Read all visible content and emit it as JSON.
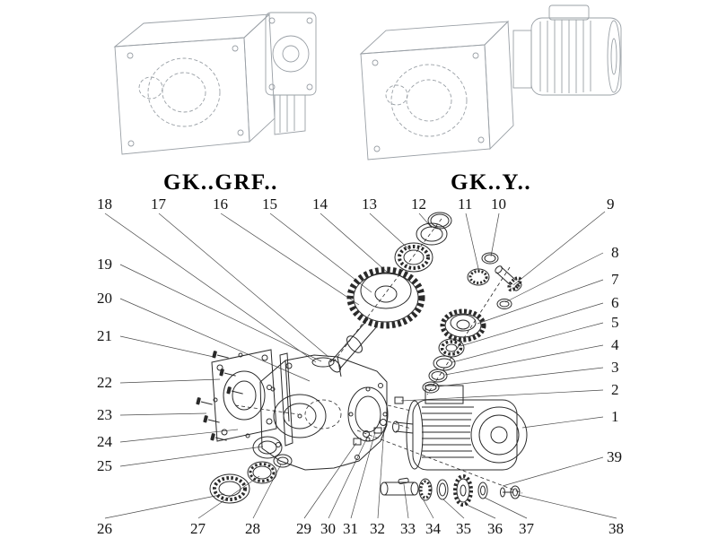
{
  "titles": {
    "left": "GK..GRF..",
    "right": "GK..Y.."
  },
  "callouts": {
    "top": [
      "18",
      "17",
      "16",
      "15",
      "14",
      "13",
      "12",
      "11",
      "10",
      "9"
    ],
    "right": [
      "8",
      "7",
      "6",
      "5",
      "4",
      "3",
      "2",
      "1",
      "39"
    ],
    "left": [
      "19",
      "20",
      "21",
      "22",
      "23",
      "24",
      "25"
    ],
    "bottom": [
      "26",
      "27",
      "28",
      "29",
      "30",
      "31",
      "32",
      "33",
      "34",
      "35",
      "36",
      "37",
      "38"
    ]
  },
  "colors": {
    "line": "#2a2a2a",
    "light_line": "#9aa0a6",
    "background": "#ffffff",
    "text": "#111111"
  }
}
